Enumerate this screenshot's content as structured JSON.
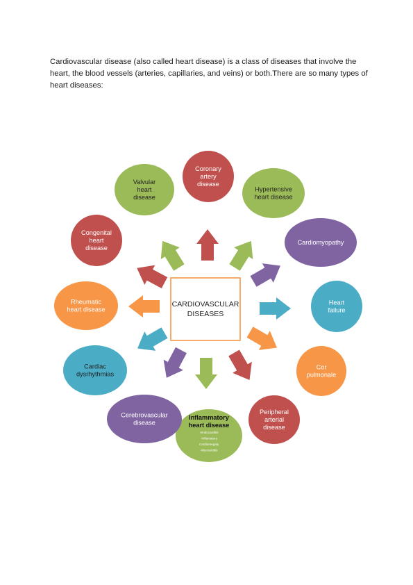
{
  "intro_text": "Cardiovascular disease (also called heart disease) is a class of diseases that involve the heart, the blood vessels (arteries, capillaries, and veins) or both.There are so many types of heart diseases:",
  "colors": {
    "red": "#c0504d",
    "green": "#9bbb59",
    "purple": "#8064a2",
    "blue": "#4bacc6",
    "orange": "#f79646",
    "center_border": "#f79646"
  },
  "center": {
    "lines": [
      "CARDIOVASCULAR",
      "DISEASES"
    ]
  },
  "nodes": [
    {
      "id": "coronary",
      "lines": [
        "Coronary",
        "artery",
        "disease"
      ],
      "color": "red",
      "text_color": "#ffffff"
    },
    {
      "id": "hypertensive",
      "lines": [
        "Hypertensive",
        "heart disease"
      ],
      "color": "green",
      "text_color": "#222222"
    },
    {
      "id": "cardiomyopathy",
      "lines": [
        "Cardiomyopathy"
      ],
      "color": "purple",
      "text_color": "#ffffff"
    },
    {
      "id": "heart-failure",
      "lines": [
        "Heart",
        "failure"
      ],
      "color": "blue",
      "text_color": "#ffffff"
    },
    {
      "id": "cor-pulmonale",
      "lines": [
        "Cor",
        "pulmonale"
      ],
      "color": "orange",
      "text_color": "#ffffff"
    },
    {
      "id": "peripheral",
      "lines": [
        "Peripheral",
        "arterial",
        "disease"
      ],
      "color": "red",
      "text_color": "#ffffff"
    },
    {
      "id": "inflammatory",
      "lines": [
        "Inflammatory",
        "heart disease"
      ],
      "sub_lines": [
        "-Endocarditis",
        "-Inflamatory",
        "Cardiomegaly",
        "-Myocarditis"
      ],
      "color": "green",
      "text_color": "#111111"
    },
    {
      "id": "cerebrovascular",
      "lines": [
        "Cerebrovascular",
        "disease"
      ],
      "color": "purple",
      "text_color": "#ffffff"
    },
    {
      "id": "cardiac-dysrhythmias",
      "lines": [
        "Cardiac",
        "dysrhythmias"
      ],
      "color": "blue",
      "text_color": "#222222"
    },
    {
      "id": "rheumatic",
      "lines": [
        "Rheumatic",
        "heart disease"
      ],
      "color": "orange",
      "text_color": "#ffffff"
    },
    {
      "id": "congenital",
      "lines": [
        "Congenital",
        "heart",
        "disease"
      ],
      "color": "red",
      "text_color": "#ffffff"
    },
    {
      "id": "valvular",
      "lines": [
        "Valvular",
        "heart",
        "disease"
      ],
      "color": "green",
      "text_color": "#222222"
    }
  ],
  "arrow_colors": [
    "red",
    "green",
    "purple",
    "blue",
    "orange",
    "red",
    "green",
    "purple",
    "blue",
    "orange",
    "red",
    "green"
  ]
}
